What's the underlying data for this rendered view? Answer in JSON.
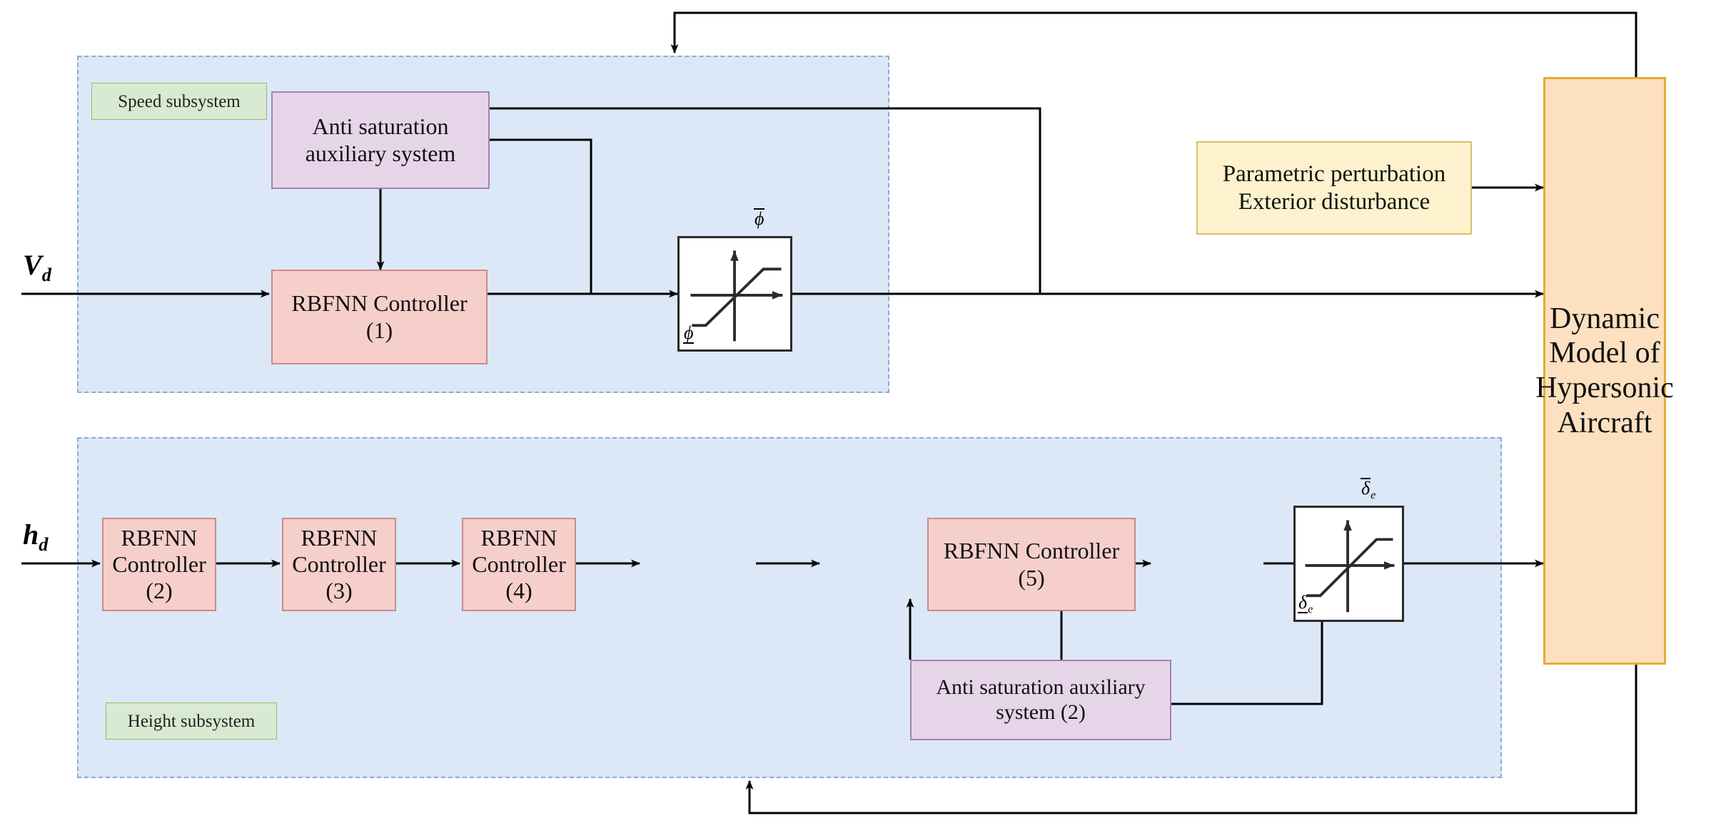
{
  "diagram": {
    "title": "Hypersonic aircraft RBFNN control block diagram",
    "colors": {
      "subsystem_fill": "#dce8f7",
      "subsystem_border": "#8fa9cc",
      "tag_fill": "#d9ead3",
      "tag_border": "#8fbf6a",
      "controller_fill": "#f6cfcb",
      "controller_border": "#c98b88",
      "anti_saturation_fill": "#e6d5e8",
      "anti_saturation_border": "#a680b4",
      "perturbation_fill": "#fdf2cd",
      "perturbation_border": "#d8bf6a",
      "plant_fill": "#fde0c0",
      "plant_border": "#e3ad34",
      "line": "#000000"
    }
  },
  "speed_subsystem": {
    "tag": "Speed subsystem",
    "input_signal": "V",
    "input_subscript": "d",
    "anti_saturation": "Anti saturation auxiliary system",
    "controller": "RBFNN Controller",
    "controller_index": "(1)",
    "saturation": {
      "upper_label": "ϕ",
      "lower_label": "ϕ"
    }
  },
  "height_subsystem": {
    "tag": "Height subsystem",
    "input_signal": "h",
    "input_subscript": "d",
    "controllers": [
      {
        "label": "RBFNN Controller",
        "index": "(2)"
      },
      {
        "label": "RBFNN Controller",
        "index": "(3)"
      },
      {
        "label": "RBFNN Controller",
        "index": "(4)"
      },
      {
        "label": "RBFNN Controller",
        "index": "(5)"
      }
    ],
    "anti_saturation": "Anti saturation auxiliary",
    "anti_saturation_line2": "system  (2)",
    "saturation": {
      "upper_label": "δ",
      "upper_subscript": "e",
      "lower_label": "δ",
      "lower_subscript": "e"
    }
  },
  "disturbance": {
    "line1": "Parametric perturbation",
    "line2": "Exterior disturbance"
  },
  "plant": {
    "line1": "Dynamic",
    "line2": "Model of",
    "line3": "Hypersonic",
    "line4": "Aircraft"
  }
}
